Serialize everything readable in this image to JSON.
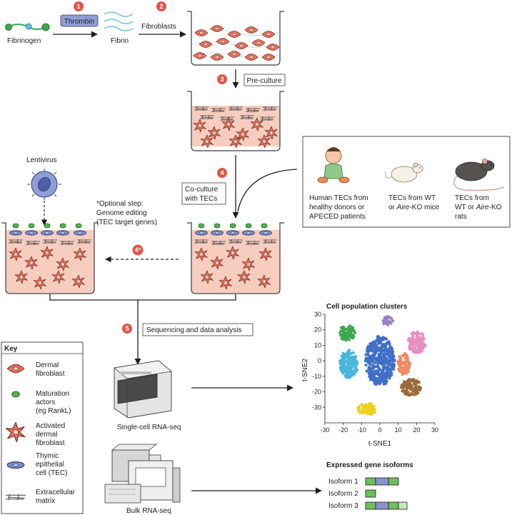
{
  "colors": {
    "step_badge": "#e0554a",
    "medium_pink": "#f6cdbf",
    "fibroblast": "#e2735f",
    "maturation": "#56b44f",
    "tec": "#7b8bc9",
    "line": "#2b2b2b"
  },
  "steps": [
    {
      "num": "1"
    },
    {
      "num": "2"
    },
    {
      "num": "3"
    },
    {
      "num": "4"
    },
    {
      "num": "4*"
    },
    {
      "num": "5"
    }
  ],
  "labels": {
    "fibrinogen": "Fibrinogen",
    "thrombin": "Thrombin",
    "fibrin": "Fibrin",
    "fibroblasts": "Fibroblasts",
    "preculture": "Pre-culture",
    "coculture_l1": "Co-culture",
    "coculture_l2": "with TECs",
    "lentivirus": "Lentivirus",
    "optional_l1": "*Optional step:",
    "optional_l2": "Genome editing",
    "optional_l3": "(TEC target genes)",
    "sequencing": "Sequencing and data analysis",
    "scrna": "Single-cell RNA-seq",
    "bulk": "Bulk RNA-seq"
  },
  "sources": {
    "human_l1": "Human TECs from",
    "human_l2": "healthy donors or",
    "human_l3": "APECED patients",
    "mice_l1": "TECs from WT",
    "mice_l2_pre": "or ",
    "mice_l2_italic": "Aire",
    "mice_l2_post": "-KO mice",
    "rats_l1": "TECs from",
    "rats_l2_pre": "WT or ",
    "rats_l2_italic": "Aire",
    "rats_l2_post": "-KO",
    "rats_l3": "rats"
  },
  "key": {
    "title": "Key",
    "items": [
      {
        "icon": "dermal-fibroblast-icon",
        "lines": [
          "Dermal",
          "fibroblast"
        ]
      },
      {
        "icon": "maturation-factor-icon",
        "lines": [
          "Maturation",
          "actors",
          "(eg RankL)"
        ]
      },
      {
        "icon": "activated-fibroblast-icon",
        "lines": [
          "Activated",
          "dermal",
          "fibroblast"
        ]
      },
      {
        "icon": "tec-icon",
        "lines": [
          "Thymic",
          "epithelial",
          "cell (TEC)"
        ]
      },
      {
        "icon": "extracellular-matrix-icon",
        "lines": [
          "Extracellular",
          "matrix"
        ]
      }
    ]
  },
  "chart_data": [
    {
      "type": "scatter",
      "title": "Cell population clusters",
      "xlabel": "t-SNE1",
      "ylabel": "t-SNE2",
      "xlim": [
        -30,
        30
      ],
      "ylim": [
        -40,
        30
      ],
      "xticks": [
        "-30",
        "-20",
        "-10",
        "0",
        "10",
        "20",
        "30"
      ],
      "yticks": [
        "30",
        "20",
        "10",
        "0",
        "-10",
        "-20",
        "-30"
      ],
      "clusters": [
        {
          "color": "#3aa84a",
          "cx": -18,
          "cy": 18,
          "rx": 4.5,
          "ry": 5,
          "n": 70
        },
        {
          "color": "#9c7fc4",
          "cx": 4,
          "cy": 26,
          "rx": 3,
          "ry": 3,
          "n": 30
        },
        {
          "color": "#e58fc0",
          "cx": 20,
          "cy": 12,
          "rx": 5,
          "ry": 7,
          "n": 110
        },
        {
          "color": "#4ab6df",
          "cx": -17,
          "cy": -2,
          "rx": 5,
          "ry": 9,
          "n": 170
        },
        {
          "color": "#3f6fc6",
          "cx": 0,
          "cy": 0,
          "rx": 8,
          "ry": 16,
          "n": 420
        },
        {
          "color": "#f08868",
          "cx": 13,
          "cy": -2,
          "rx": 3.5,
          "ry": 7,
          "n": 70
        },
        {
          "color": "#9b6a3b",
          "cx": 17,
          "cy": -17,
          "rx": 5.5,
          "ry": 5.5,
          "n": 110
        },
        {
          "color": "#ecd020",
          "cx": -7,
          "cy": -31,
          "rx": 5,
          "ry": 4,
          "n": 80
        }
      ]
    },
    {
      "type": "bar",
      "title": "Expressed gene isoforms",
      "categories": [
        "Isoform 1",
        "Isoform 2",
        "Isoform 3"
      ],
      "segment_colors": {
        "exon": "#6cc05a",
        "alt": "#8793cf",
        "end": "#c8e7bd"
      },
      "segments": [
        [
          "exon",
          "alt",
          "exon"
        ],
        [
          "exon"
        ],
        [
          "exon",
          "alt",
          "exon",
          "end"
        ]
      ]
    }
  ]
}
